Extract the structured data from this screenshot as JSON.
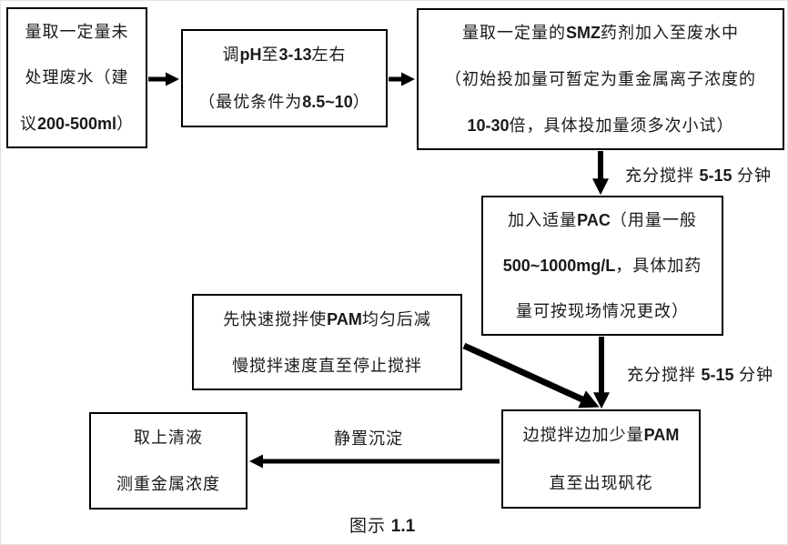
{
  "diagram": {
    "caption": "图示 1.1",
    "colors": {
      "background": "#ffffff",
      "box_border": "#000000",
      "arrow": "#000000",
      "text": "#1a1a1a"
    }
  },
  "boxes": [
    {
      "id": "measure-wastewater",
      "lines": [
        "量取一定量未",
        "处理废水（建",
        "议 200-500ml）"
      ]
    },
    {
      "id": "adjust-ph",
      "lines": [
        "调 pH 至 3-13 左右",
        "（最优条件为 8.5~10）"
      ]
    },
    {
      "id": "add-smz",
      "lines": [
        "量取一定量的 SMZ 药剂加入至废水中",
        "（初始投加量可暂定为重金属离子浓度的",
        "10-30 倍，具体投加量须多次小试）"
      ]
    },
    {
      "id": "add-pac",
      "lines": [
        "加入适量 PAC（用量一般",
        "500~1000mg/L，具体加药",
        "量可按现场情况更改）"
      ]
    },
    {
      "id": "pam-stir",
      "lines": [
        "先快速搅拌使 PAM 均匀后减",
        "慢搅拌速度直至停止搅拌"
      ]
    },
    {
      "id": "add-pam",
      "lines": [
        "边搅拌边加少量 PAM",
        "直至出现矾花"
      ]
    },
    {
      "id": "take-supernatant",
      "lines": [
        "取上清液",
        "测重金属浓度"
      ]
    }
  ],
  "arrow_labels": [
    {
      "id": "stir-1",
      "text": "充分搅拌 5-15 分钟"
    },
    {
      "id": "stir-2",
      "text": "充分搅拌 5-15 分钟"
    },
    {
      "id": "settle",
      "text": "静置沉淀"
    }
  ]
}
